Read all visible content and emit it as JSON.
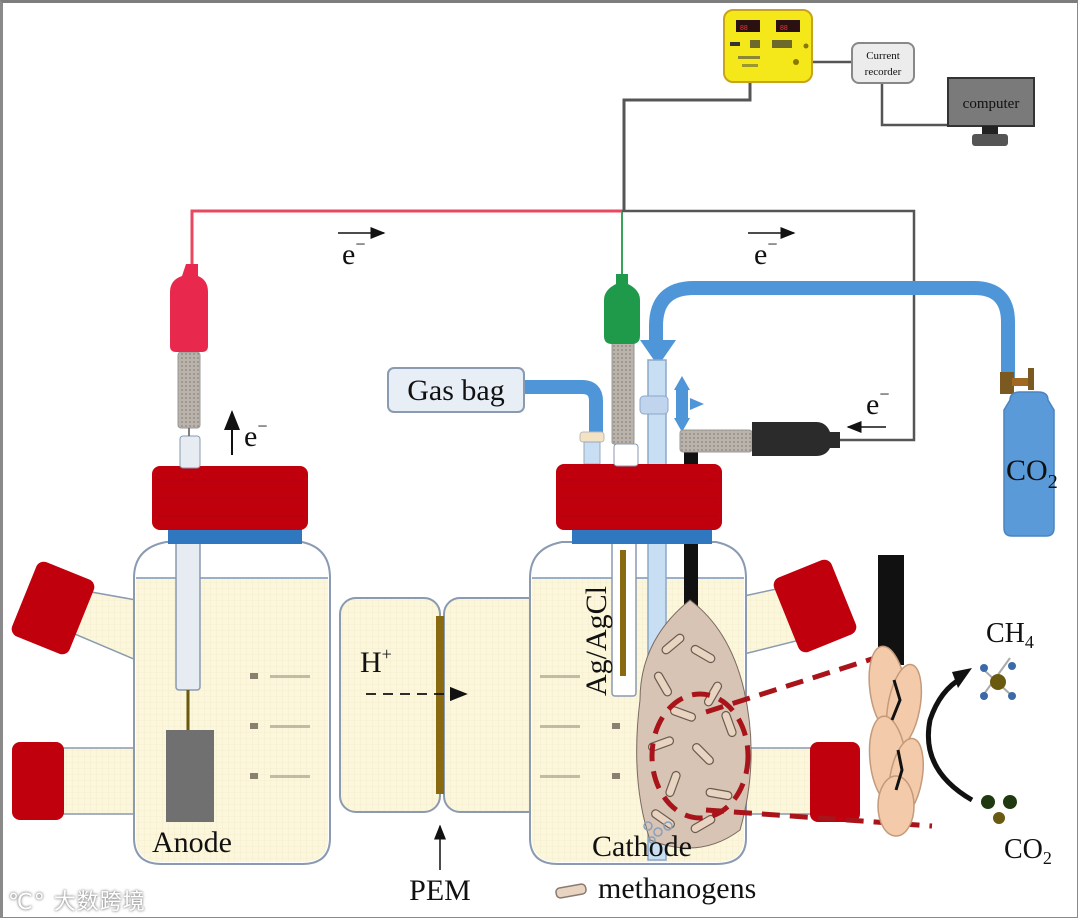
{
  "figure": {
    "title": "Microbial electrosynthesis cell for CO2-to-CH4 conversion",
    "labels": {
      "anode": "Anode",
      "cathode": "Cathode",
      "pem": "PEM",
      "proton": "H",
      "proton_sup": "+",
      "reference_electrode": "Ag/AgCl",
      "gas_bag": "Gas bag",
      "co2_cylinder": "CO",
      "co2_cylinder_sub": "2",
      "methanogens_legend": "methanogens",
      "ch4_product": "CH",
      "ch4_product_sub": "4",
      "co2_substrate": "CO",
      "co2_substrate_sub": "2",
      "current_recorder_line1": "Current",
      "current_recorder_line2": "recorder",
      "computer": "computer",
      "electron": "e",
      "electron_sup": "−"
    },
    "electron_flow": [
      {
        "id": "anode-wire",
        "direction": "right"
      },
      {
        "id": "top-right-wire",
        "direction": "right"
      },
      {
        "id": "cathode-wire",
        "direction": "left"
      },
      {
        "id": "anode-up",
        "direction": "up"
      }
    ],
    "colors": {
      "anode_clip": "#e8294d",
      "reference_clip": "#1e9a4a",
      "cathode_clip": "#2b2b2b",
      "cap": "#c0000c",
      "cap_band": "#2f78c0",
      "electrolyte": "#fbf6dc",
      "pipe": "#4f96d8",
      "membrane": "#8a6a10",
      "potentiostat": "#f5e81a",
      "zoom_outline": "#a8141a",
      "cylinder": "#5a9ad8"
    }
  },
  "watermark": {
    "text": "大数跨境",
    "logo": "1688-logo"
  }
}
